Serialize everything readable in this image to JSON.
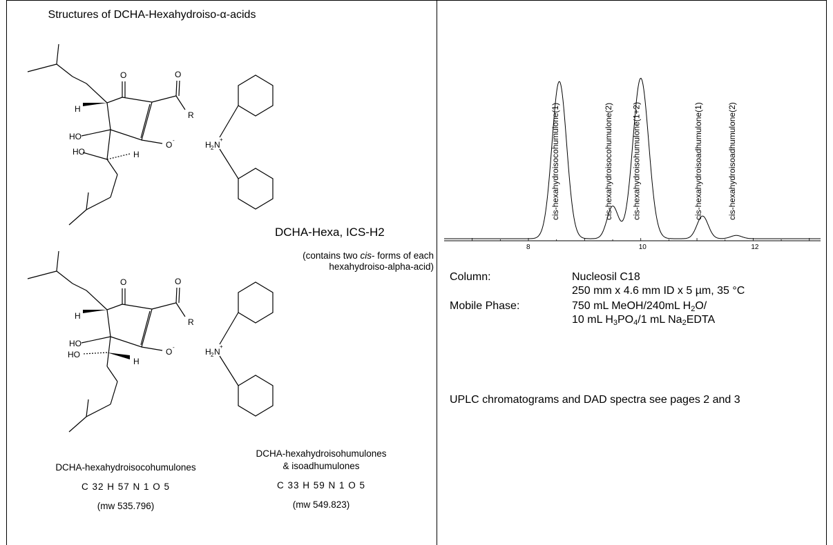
{
  "left": {
    "title": "Structures of DCHA-Hexahydroiso-α-acids",
    "salt_name": "DCHA-Hexa, ICS-H2",
    "contains_note": {
      "prefix": "(contains two ",
      "italic": "cis",
      "suffix": "- forms of each",
      "line2": "hexahydroiso-alpha-acid)"
    },
    "atom_labels": {
      "oxygen": "O",
      "r_group": "R",
      "hydrogen": "H",
      "hydroxyl_right": "HO",
      "hydroxyl_left": "HO",
      "oxide": "O",
      "oxide_charge": "-",
      "ammonium": "H",
      "ammonium_sub": "2",
      "ammonium_n": "N",
      "ammonium_charge": "+"
    },
    "compound_1": {
      "name": "DCHA-hexahydroisocohumulones",
      "formula": "C 32  H 57  N 1  O 5",
      "mw": "(mw 535.796)"
    },
    "compound_2": {
      "name_line1": "DCHA-hexahydroisohumulones",
      "name_line2": "& isoadhumulones",
      "formula": "C 33  H 59  N 1  O 5",
      "mw": "(mw 549.823)"
    }
  },
  "right": {
    "chromatogram": {
      "peaks": [
        {
          "label": "cis-hexahydroisocohumulone(1)",
          "rt": 8.55,
          "height": 0.97
        },
        {
          "label": "cis-hexahydroisocohumulone(2)",
          "rt": 9.5,
          "height": 0.2
        },
        {
          "label": "cis-hexahydroisohumulone(1+2)",
          "rt": 10.0,
          "height": 0.99
        },
        {
          "label": "cis-hexahydroisoadhumulone(1)",
          "rt": 11.1,
          "height": 0.14
        },
        {
          "label": "cis-hexahydroisoadhumulone(2)",
          "rt": 11.7,
          "height": 0.02
        }
      ],
      "x_ticks": [
        "8",
        "10",
        "12"
      ],
      "x_range": [
        6.5,
        13.2
      ]
    },
    "column_label": "Column:",
    "column_value_1": "Nucleosil C18",
    "column_value_2": "250 mm x 4.6 mm ID x 5 µm, 35 °C",
    "mobile_label": "Mobile Phase:",
    "mobile_a": "750 mL MeOH/240mL H",
    "mobile_a_sub": "2",
    "mobile_a_end": "O/",
    "mobile_b1": "10 mL H",
    "mobile_b_sub1": "3",
    "mobile_b2": "PO",
    "mobile_b_sub2": "4",
    "mobile_b3": "/1 mL Na",
    "mobile_b_sub3": "2",
    "mobile_b4": "EDTA",
    "footnote": "UPLC chromatograms and DAD spectra see pages 2 and 3"
  }
}
